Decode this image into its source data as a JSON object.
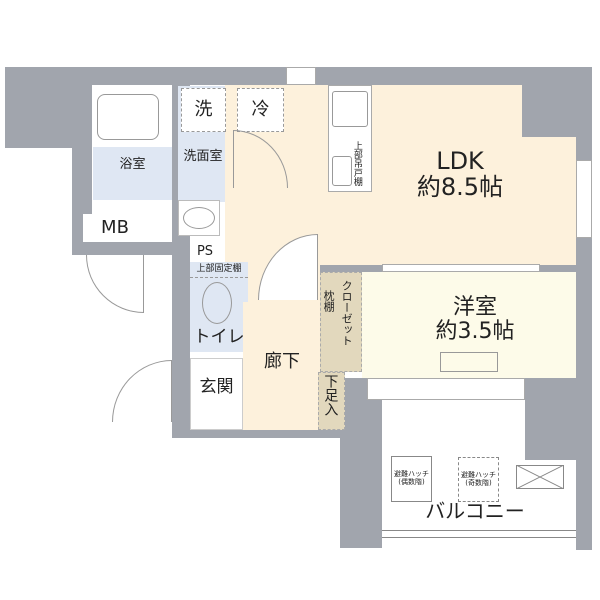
{
  "rooms": {
    "ldk": {
      "name": "LDK",
      "size": "約8.5帖"
    },
    "western_room": {
      "name": "洋室",
      "size": "約3.5帖"
    },
    "bathroom": "浴室",
    "washroom": "洗面室",
    "washer": "洗",
    "fridge": "冷",
    "mb": "MB",
    "ps": "PS",
    "toilet": "トイレ",
    "toilet_shelf": "上部固定棚",
    "entrance": "玄関",
    "hallway": "廊下",
    "closet": "クローゼット",
    "pillow_shelf": "枕棚",
    "shoe_box": "下足入",
    "kitchen_cabinet": "上部吊戸棚",
    "balcony": "バルコニー",
    "hatch_even": {
      "name": "避難ハッチ",
      "note": "(偶数階)"
    },
    "hatch_odd": {
      "name": "避難ハッチ",
      "note": "(奇数階)"
    }
  },
  "colors": {
    "wall": "#a1a5ad",
    "ldk": "#fdf1dc",
    "western_room": "#fdfbe9",
    "wet_area": "#dfe7f3",
    "closet": "#e2d8bd"
  }
}
